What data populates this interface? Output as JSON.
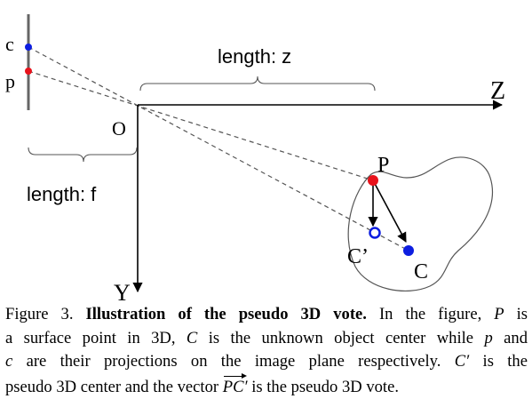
{
  "figure": {
    "labels": {
      "c_proj": "c",
      "p_proj": "p",
      "origin": "O",
      "z_axis": "Z",
      "y_axis": "Y",
      "length_z": "length: z",
      "length_f": "length: f",
      "point_P": "P",
      "point_C_prime": "C’",
      "point_C": "C"
    },
    "colors": {
      "red_point": "#e8121b",
      "blue_point": "#0d1ee0",
      "line": "#000000",
      "dashed": "#555555",
      "image_plane": "#666666"
    }
  },
  "caption": {
    "figure_label": "Figure 3.",
    "title": "Illustration of the pseudo 3D vote.",
    "text_1": "In the figure,",
    "var_P": "P",
    "text_2": "is",
    "text_3": "a surface point in 3D,",
    "var_C": "C",
    "text_4": "is the unknown object center while",
    "var_p": "p",
    "text_5": "and",
    "var_c": "c",
    "text_6": "are their projections on the image plane respectively.",
    "var_C_prime": "C′",
    "text_7": "is the",
    "text_8": "pseudo 3D center and the vector",
    "var_PC_prime": "PC′",
    "text_9": "is the pseudo 3D vote."
  }
}
